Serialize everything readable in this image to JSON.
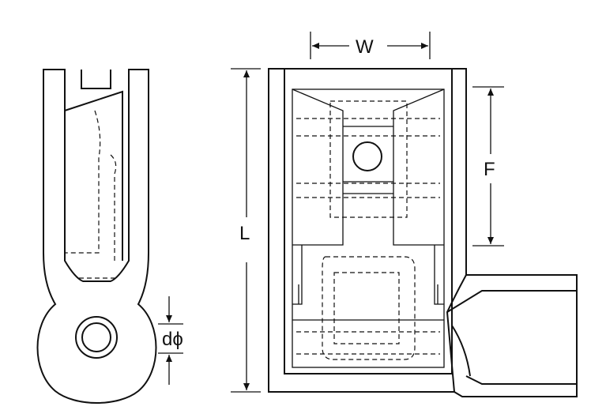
{
  "labels": {
    "width": "W",
    "length": "L",
    "flange": "F",
    "diameter": "dϕ"
  }
}
